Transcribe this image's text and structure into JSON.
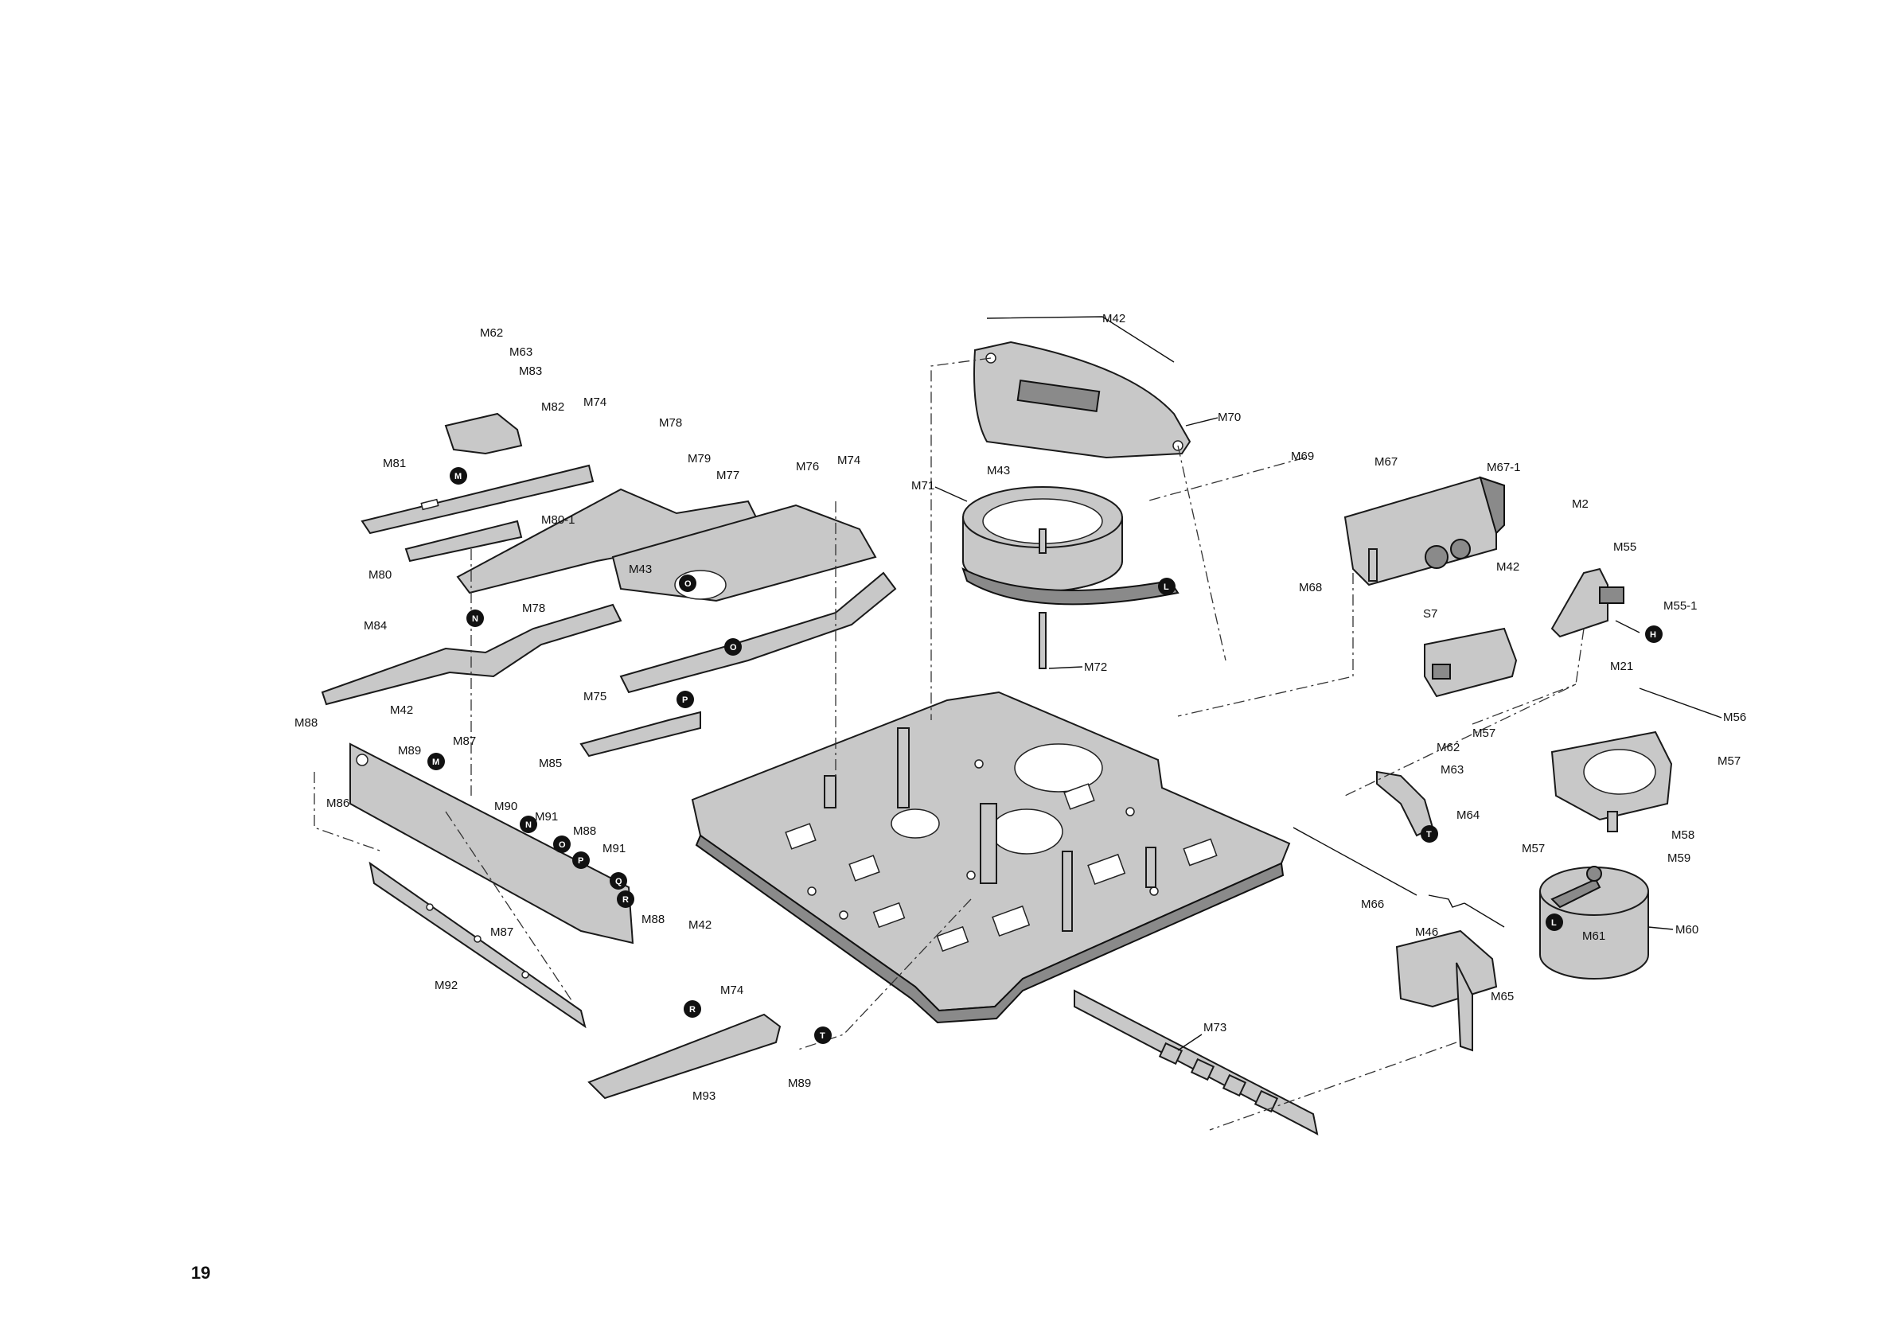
{
  "page": {
    "number": "19"
  },
  "parts": {
    "M42": "M42",
    "M43": "M43",
    "M46": "M46",
    "M2": "M2",
    "M55": "M55",
    "M55_1": "M55-1",
    "M56": "M56",
    "M57": "M57",
    "M58": "M58",
    "M59": "M59",
    "M60": "M60",
    "M61": "M61",
    "M62": "M62",
    "M63": "M63",
    "M64": "M64",
    "M65": "M65",
    "M66": "M66",
    "M67": "M67",
    "M67_1": "M67-1",
    "M68": "M68",
    "M69": "M69",
    "M70": "M70",
    "M71": "M71",
    "M72": "M72",
    "M73": "M73",
    "M74": "M74",
    "M75": "M75",
    "M76": "M76",
    "M77": "M77",
    "M78": "M78",
    "M79": "M79",
    "M80": "M80",
    "M80_1": "M80-1",
    "M81": "M81",
    "M82": "M82",
    "M83": "M83",
    "M84": "M84",
    "M85": "M85",
    "M86": "M86",
    "M87": "M87",
    "M88": "M88",
    "M89": "M89",
    "M90": "M90",
    "M91": "M91",
    "M92": "M92",
    "M93": "M93",
    "M21": "M21",
    "S7": "S7"
  },
  "markers": {
    "H": "H",
    "L": "L",
    "M": "M",
    "N": "N",
    "O": "O",
    "P": "P",
    "Q": "Q",
    "R": "R",
    "T": "T"
  }
}
